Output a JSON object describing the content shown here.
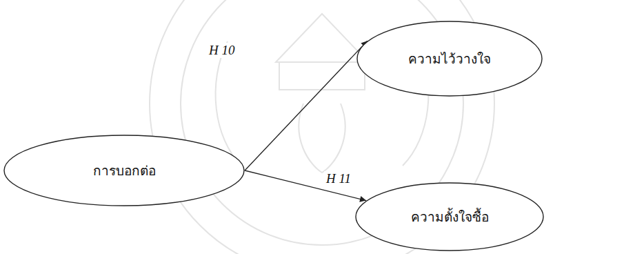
{
  "diagram": {
    "nodes": [
      {
        "text": [
          "การบอกต่อ"
        ]
      },
      {
        "text": [
          "ความไว้วางใจ"
        ]
      },
      {
        "text": [
          "ความตั้งใจซื้อ"
        ]
      }
    ],
    "edges": [
      {
        "from": 0,
        "to": 1,
        "arrow": "to",
        "label": "H 10"
      },
      {
        "from": 0,
        "to": 2,
        "arrow": "to",
        "label": "H 11"
      }
    ]
  }
}
